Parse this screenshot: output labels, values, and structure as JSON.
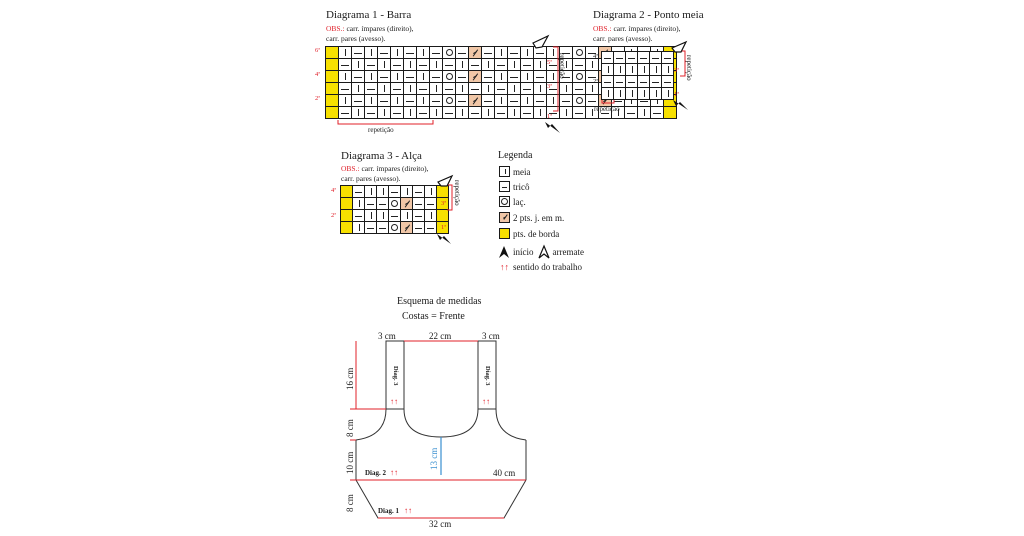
{
  "diagram1": {
    "title": "Diagrama 1 - Barra",
    "obs_label": "OBS.:",
    "obs_line1": " carr. ímpares (direito),",
    "obs_line2": "carr. pares (avesso).",
    "rows": [
      "YKPKPKPKPOPDPKPKPKPOPDPKPKY",
      "YPKPKPKPKPKPKPKPKPKPKPKPKPY",
      "YKPKPKPKPOPDPKPKPKPOPDPKPKY",
      "YPKPKPKPKPKPKPKPKPKPKPKPKPY",
      "YKPKPKPKPOPDPKPKPKPOPDPKPKY",
      "YPKPKPKPKPKPKPKPKPKPKPKPKPY"
    ],
    "left_rows": [
      "6ª",
      "4ª",
      "2ª"
    ],
    "right_rows": [
      "5ª",
      "3ª",
      "1ª"
    ],
    "repeat_bottom": "repetição",
    "repeat_side": "repetição"
  },
  "diagram2": {
    "title": "Diagrama 2 - Ponto meia",
    "obs_label": "OBS.:",
    "obs_line1": " carr. ímpares (direito),",
    "obs_line2": "carr. pares (avesso).",
    "rows": [
      "PPPPPP",
      "KKKKKK",
      "PPPPPP",
      "KKKKKK"
    ],
    "left_rows": [
      "4ª",
      "2ª"
    ],
    "right_rows": [
      "3ª",
      "1ª"
    ],
    "repeat_bottom": "repetição",
    "repeat_side": "repetição"
  },
  "diagram3": {
    "title": "Diagrama 3 - Alça",
    "obs_label": "OBS.:",
    "obs_line1": " carr. ímpares (direito),",
    "obs_line2": "carr. pares (avesso).",
    "rows": [
      "YPKKPKPKY",
      "YKPPODPPY",
      "YPKKPKPKY",
      "YKPPODPPY"
    ],
    "left_rows": [
      "4ª",
      "2ª"
    ],
    "right_rows": [
      "3ª",
      "1ª"
    ],
    "repeat_side": "repetição"
  },
  "legend": {
    "title": "Legenda",
    "meia": "meia",
    "trico": "tricô",
    "lac": "laç.",
    "pts": "2 pts. j. em m.",
    "borda": "pts. de borda",
    "inicio": "início",
    "arremate": "arremate",
    "sentido": "sentido do trabalho"
  },
  "schema": {
    "title": "Esquema de medidas",
    "subtitle": "Costas =  Frente",
    "m_3cm_left": "3 cm",
    "m_22cm": "22 cm",
    "m_3cm_right": "3 cm",
    "m_16cm": "16 cm",
    "m_8cm_top": "8 cm",
    "m_10cm": "10 cm",
    "m_8cm_bottom": "8 cm",
    "m_13cm": "13 cm",
    "m_40cm": "40 cm",
    "m_32cm": "32 cm",
    "diag3_left": "Diag. 3",
    "diag3_right": "Diag. 3",
    "diag2": "Diag. 2",
    "diag1": "Diag. 1",
    "arrows": "↑↑"
  },
  "colors": {
    "border_yellow": "#f7e000",
    "dec_fill": "#f1c7a7",
    "red": "#e0202a",
    "blue": "#3a8fd0"
  }
}
